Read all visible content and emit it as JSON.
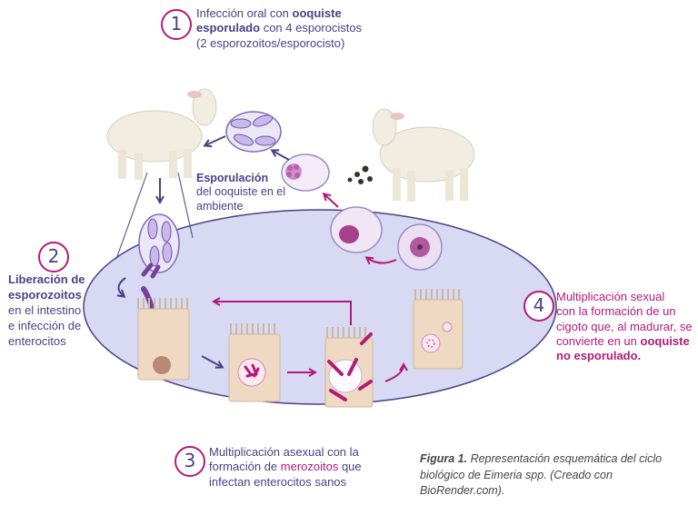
{
  "colors": {
    "purple": "#4b3f86",
    "magenta": "#b21a78",
    "intestine_fill": "#d7daf2",
    "cell_fill": "#efd9c2"
  },
  "step1": {
    "number": "1",
    "line1_prefix": "Infección oral con ",
    "line1_bold": "ooquiste",
    "line2_bold": "esporulado",
    "line2_rest": " con 4 esporocistos",
    "line3": "(2 esporozoitos/esporocisto)"
  },
  "sporulation": {
    "title": "Esporulación",
    "line2": "del ooquiste en el",
    "line3": "ambiente"
  },
  "step2": {
    "number": "2",
    "line1": "Liberación de",
    "line2": "esporozoitos",
    "line3": "en el intestino",
    "line4": "e infección de",
    "line5": "enterocitos"
  },
  "step3": {
    "number": "3",
    "line1": "Multiplicación asexual con la",
    "line2_prefix": "formación de ",
    "line2_highlight": "merozoitos",
    "line2_suffix": " que",
    "line3": "infectan enterocitos sanos"
  },
  "step4": {
    "number": "4",
    "line1": "Multiplicación sexual",
    "line2": "con la formación de un",
    "line3": "cigoto que, al madurar, se",
    "line4_prefix": "convierte en un ",
    "line4_bold": "ooquiste",
    "line5_bold": "no esporulado."
  },
  "caption": {
    "label": "Figura 1.",
    "text": " Representación esquemática del ciclo biológico de Eimeria spp. (Creado con BioRender.com)."
  }
}
